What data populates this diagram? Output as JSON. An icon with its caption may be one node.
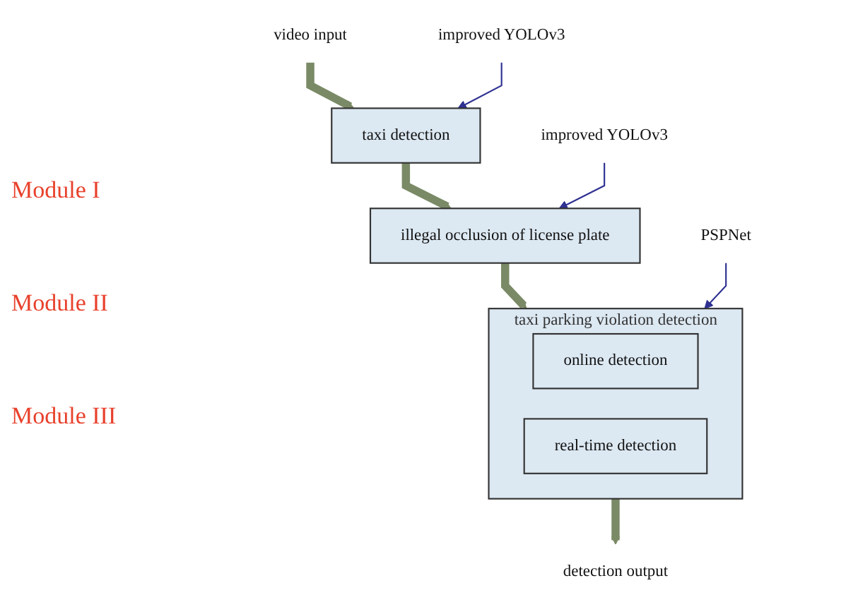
{
  "diagram": {
    "nodes": [
      {
        "text": [
          "video input"
        ]
      },
      {
        "text": [
          "taxi detection"
        ]
      },
      {
        "text": [
          "illegal occlusion of license plate"
        ]
      },
      {
        "text": [
          "taxi parking violation detection"
        ]
      },
      {
        "text": [
          "online detection"
        ],
        "in": 3
      },
      {
        "text": [
          "real-time detection"
        ],
        "in": 3
      },
      {
        "text": [
          "detection output"
        ]
      },
      {
        "text": [
          "improved YOLOv3"
        ]
      },
      {
        "text": [
          "improved YOLOv3"
        ]
      },
      {
        "text": [
          "PSPNet"
        ]
      }
    ],
    "edges": [
      {
        "from": 0,
        "to": 1,
        "arrow": "to"
      },
      {
        "from": 1,
        "to": 2,
        "arrow": "to"
      },
      {
        "from": 2,
        "to": 3,
        "arrow": "to"
      },
      {
        "from": 3,
        "to": 6,
        "arrow": "to"
      },
      {
        "from": 7,
        "to": 1,
        "arrow": "to",
        "color": "#2e3192"
      },
      {
        "from": 8,
        "to": 2,
        "arrow": "to",
        "color": "#2e3192"
      },
      {
        "from": 9,
        "to": 3,
        "arrow": "to",
        "color": "#2e3192"
      }
    ],
    "labels": [
      "Module I",
      "Module II",
      "Module III"
    ]
  }
}
